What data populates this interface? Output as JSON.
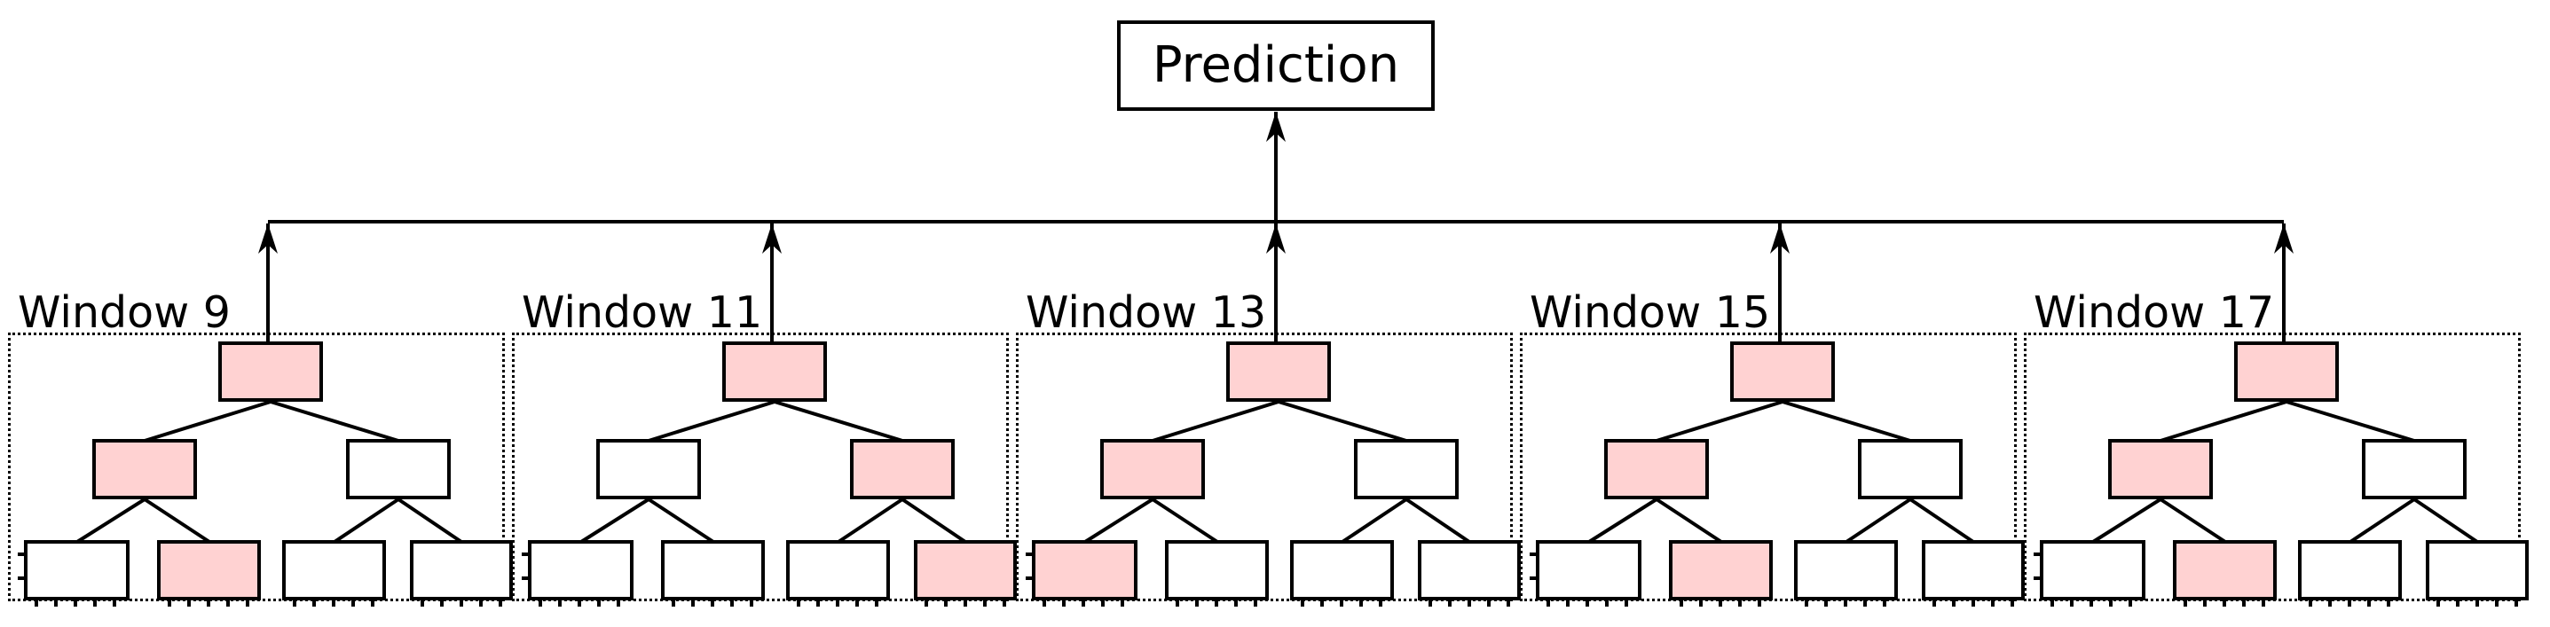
{
  "prediction": {
    "label": "Prediction"
  },
  "colors": {
    "highlight_fill": "#ffd2d2",
    "line": "#000000",
    "panel_border": "#000000",
    "background": "#ffffff"
  },
  "windows": [
    {
      "label": "Window 9",
      "root_highlighted": true,
      "mid_highlighted": [
        true,
        false
      ],
      "leaf_highlighted": [
        false,
        true,
        false,
        false
      ]
    },
    {
      "label": "Window 11",
      "root_highlighted": true,
      "mid_highlighted": [
        false,
        true
      ],
      "leaf_highlighted": [
        false,
        false,
        false,
        true
      ]
    },
    {
      "label": "Window 13",
      "root_highlighted": true,
      "mid_highlighted": [
        true,
        false
      ],
      "leaf_highlighted": [
        true,
        false,
        false,
        false
      ]
    },
    {
      "label": "Window 15",
      "root_highlighted": true,
      "mid_highlighted": [
        true,
        false
      ],
      "leaf_highlighted": [
        false,
        true,
        false,
        false
      ]
    },
    {
      "label": "Window 17",
      "root_highlighted": true,
      "mid_highlighted": [
        true,
        false
      ],
      "leaf_highlighted": [
        false,
        true,
        false,
        false
      ]
    }
  ]
}
